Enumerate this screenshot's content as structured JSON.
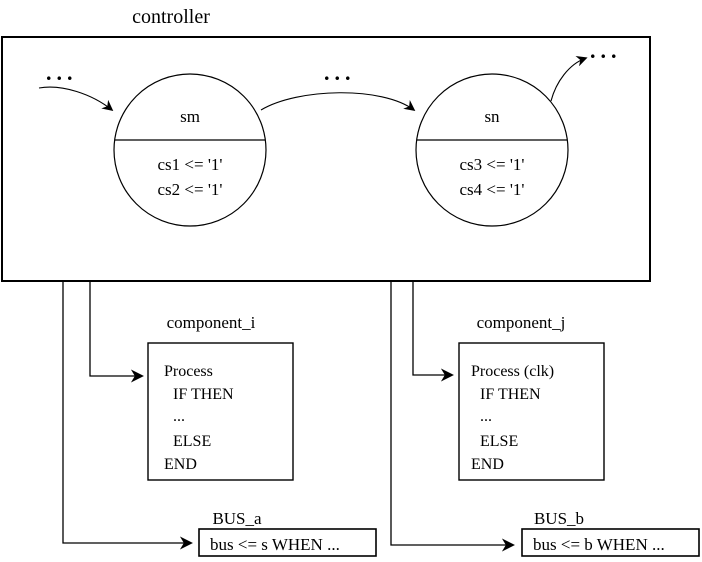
{
  "diagram_title": "controller",
  "colors": {
    "line": "#000000",
    "background": "#ffffff"
  },
  "controller": {
    "label": "controller",
    "ellipsis": {
      "left": "...",
      "middle": "...",
      "right": "..."
    },
    "states": [
      {
        "name": "sm",
        "actions": [
          "cs1 <= '1'",
          "cs2 <= '1'"
        ]
      },
      {
        "name": "sn",
        "actions": [
          "cs3 <= '1'",
          "cs4 <= '1'"
        ]
      }
    ]
  },
  "components": [
    {
      "label": "component_i",
      "process_lines": [
        "Process",
        "IF THEN",
        "...",
        "ELSE",
        "END"
      ]
    },
    {
      "label": "component_j",
      "process_lines": [
        "Process (clk)",
        "IF THEN",
        "...",
        "ELSE",
        "END"
      ]
    }
  ],
  "buses": [
    {
      "label": "BUS_a",
      "statement": "bus <= s WHEN ..."
    },
    {
      "label": "BUS_b",
      "statement": "bus <= b WHEN ..."
    }
  ]
}
